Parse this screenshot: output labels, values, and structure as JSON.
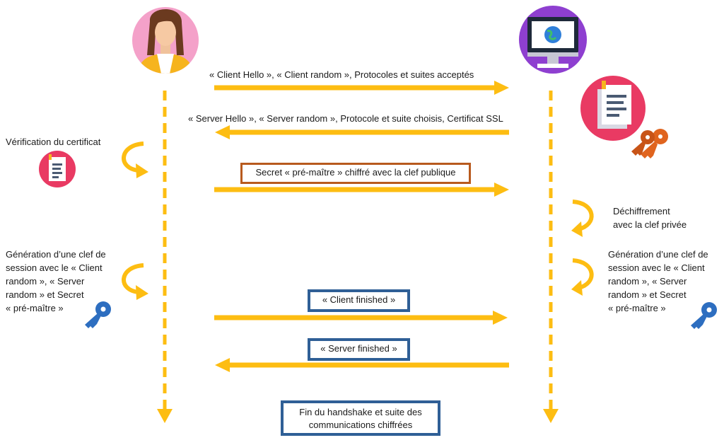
{
  "colors": {
    "arrow": "#fdbd12",
    "lifeline": "#fdbd12",
    "box_orange_border": "#b85a1e",
    "box_blue_border": "#2f5f96",
    "key_blue": "#2d6ec0",
    "key_orange": "#e0641e"
  },
  "icons": {
    "client": "woman-avatar-icon",
    "server": "computer-globe-icon",
    "certificate_server": "certificate-icon",
    "server_keys": "keys-icon",
    "certificate_client": "certificate-icon",
    "session_key_client": "key-icon",
    "session_key_server": "key-icon"
  },
  "messages": {
    "client_hello": "« Client Hello », « Client random », Protocoles et suites acceptés",
    "server_hello": "« Server Hello », « Server random », Protocole et suite choisis, Certificat SSL",
    "premaster": "Secret « pré-maître » chiffré avec la clef publique",
    "client_finished": "« Client finished »",
    "server_finished": "« Server finished »",
    "end_line1": "Fin du handshake et suite des",
    "end_line2": "communications chiffrées"
  },
  "client_side": {
    "verification": "Vérification du certificat",
    "session_l1": "Génération d’une clef de",
    "session_l2": "session avec le « Client",
    "session_l3": "random », « Server",
    "session_l4": "random » et Secret",
    "session_l5": "« pré-maître »"
  },
  "server_side": {
    "decrypt_l1": "Déchiffrement",
    "decrypt_l2": "avec la clef privée",
    "session_l1": "Génération d’une clef de",
    "session_l2": "session avec le « Client",
    "session_l3": "random », « Server",
    "session_l4": "random » et Secret",
    "session_l5": "« pré-maître »"
  }
}
